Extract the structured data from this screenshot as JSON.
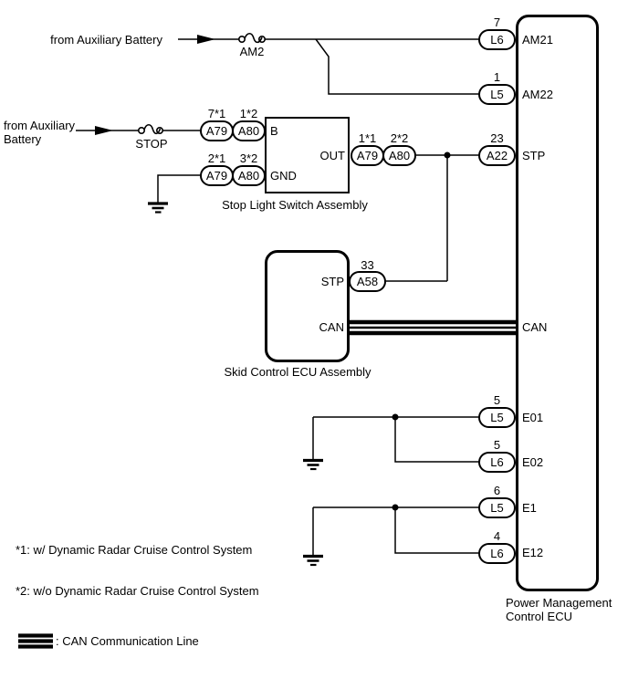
{
  "colors": {
    "line": "#000000",
    "background": "#ffffff"
  },
  "sources": {
    "top": "from Auxiliary Battery",
    "left": "from Auxiliary Battery"
  },
  "fuses": {
    "am2": "AM2",
    "stop": "STOP"
  },
  "stop_light_switch": {
    "title": "Stop Light Switch Assembly",
    "pin_b": "B",
    "pin_gnd": "GND",
    "pin_out": "OUT"
  },
  "skid_control_ecu": {
    "title": "Skid Control ECU Assembly",
    "pin_stp": "STP",
    "pin_can": "CAN"
  },
  "power_management_ecu": {
    "title": "Power Management\nControl ECU",
    "pin_am21": "AM21",
    "pin_am22": "AM22",
    "pin_stp": "STP",
    "pin_can": "CAN",
    "pin_e01": "E01",
    "pin_e02": "E02",
    "pin_e1": "E1",
    "pin_e12": "E12"
  },
  "connectors": {
    "b_a79": {
      "pin": "7*1",
      "id": "A79"
    },
    "b_a80": {
      "pin": "1*2",
      "id": "A80"
    },
    "gnd_a79": {
      "pin": "2*1",
      "id": "A79"
    },
    "gnd_a80": {
      "pin": "3*2",
      "id": "A80"
    },
    "out_a79": {
      "pin": "1*1",
      "id": "A79"
    },
    "out_a80": {
      "pin": "2*2",
      "id": "A80"
    },
    "skid_a58": {
      "pin": "33",
      "id": "A58"
    },
    "am21_l6": {
      "pin": "7",
      "id": "L6"
    },
    "am22_l5": {
      "pin": "1",
      "id": "L5"
    },
    "stp_a22": {
      "pin": "23",
      "id": "A22"
    },
    "e01_l5": {
      "pin": "5",
      "id": "L5"
    },
    "e02_l6": {
      "pin": "5",
      "id": "L6"
    },
    "e1_l5": {
      "pin": "6",
      "id": "L5"
    },
    "e12_l6": {
      "pin": "4",
      "id": "L6"
    }
  },
  "notes": {
    "note1": "*1: w/ Dynamic Radar Cruise Control System",
    "note2": "*2: w/o Dynamic Radar Cruise Control System"
  },
  "legend": {
    "can": ": CAN Communication Line"
  }
}
